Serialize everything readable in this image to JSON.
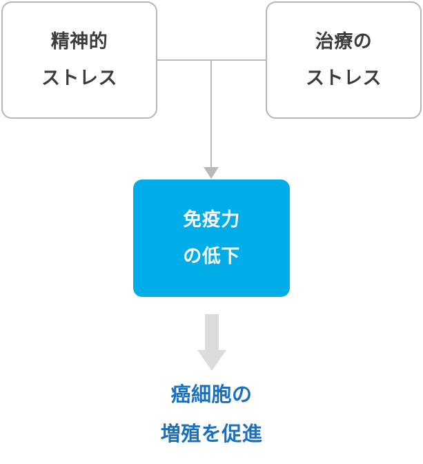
{
  "diagram": {
    "type": "flowchart",
    "title_text": "",
    "colors": {
      "box_border": "#b5b5b5",
      "box_text": "#3b3b3b",
      "accent_blue": "#00ade9",
      "accent_blue_text": "#ffffff",
      "connector_gray": "#b9b9b9",
      "block_arrow_gray": "#dcdcdc",
      "caption_blue": "#1a70bd",
      "background": "#ffffff"
    },
    "nodes": {
      "mental_stress": {
        "line_1": "精神的",
        "line_2": "ストレス"
      },
      "treatment_stress": {
        "line_1": "治療の",
        "line_2": "ストレス"
      },
      "immunity_decline": {
        "line_1": "免疫力",
        "line_2": "の低下"
      },
      "outcome": {
        "line_1": "癌細胞の",
        "line_2": "増殖を促進"
      }
    },
    "edges": [
      {
        "from": "mental_stress",
        "to": "immunity_decline",
        "style": "thin-line-arrow"
      },
      {
        "from": "treatment_stress",
        "to": "immunity_decline",
        "style": "thin-line-arrow"
      },
      {
        "from": "immunity_decline",
        "to": "outcome",
        "style": "thick-block-arrow"
      }
    ]
  }
}
